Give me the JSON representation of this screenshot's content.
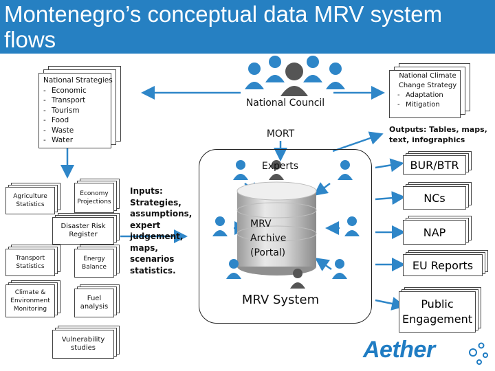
{
  "title": "Montenegro’s conceptual data MRV system flows",
  "national_strategies": {
    "heading": "National Strategies",
    "items": [
      "Economic",
      "Transport",
      "Tourism",
      "Food",
      "Waste",
      "Water"
    ]
  },
  "national_climate": {
    "heading": "National Climate Change Strategy",
    "items": [
      "Adaptation",
      "Mitigation"
    ]
  },
  "center": {
    "national_council": "National Council",
    "mort": "MORT",
    "experts": "Experts",
    "archive": "MRV Archive (Portal)",
    "system": "MRV System"
  },
  "sources": {
    "agriculture": "Agriculture Statistics",
    "economy": "Economy Projections",
    "disaster": "Disaster Risk Register",
    "transport": "Transport Statistics",
    "energy": "Energy Balance",
    "climate_env": "Climate & Environment Monitoring",
    "fuel": "Fuel analysis",
    "vulnerability": "Vulnerability studies"
  },
  "inputs_label": "Inputs:\nStrategies,\nassumptions,\nexpert\njudgement,\nmaps,\nscenarios\nstatistics.",
  "outputs_label": "Outputs: Tables, maps,\ntext, infographics",
  "outputs": [
    "BUR/BTR",
    "NCs",
    "NAP",
    "EU Reports",
    "Public Engagement"
  ],
  "logo_text": "Aether",
  "colors": {
    "title_bar": "#2680c2",
    "person_blue": "#2e86c8",
    "person_dark": "#555555",
    "arrow": "#2e86c8",
    "logo": "#1f7cc3"
  }
}
